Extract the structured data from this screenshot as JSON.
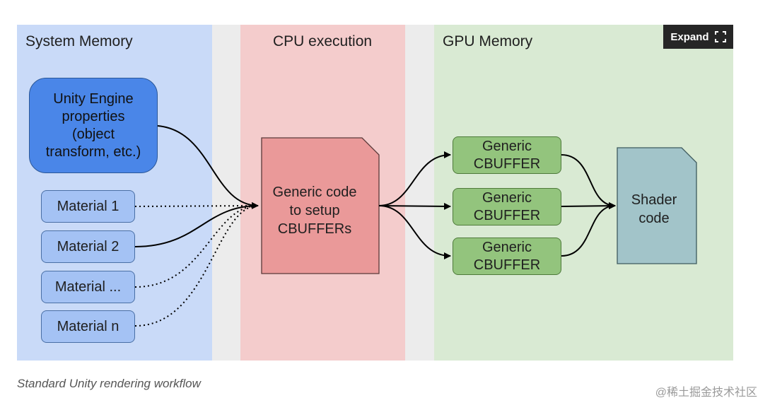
{
  "sections": {
    "system_memory": "System Memory",
    "cpu_execution": "CPU execution",
    "gpu_memory": "GPU Memory"
  },
  "nodes": {
    "unity_engine": [
      "Unity Engine",
      "properties",
      "(object",
      "transform, etc.)"
    ],
    "materials": [
      "Material 1",
      "Material 2",
      "Material ...",
      "Material n"
    ],
    "generic_code": [
      "Generic code",
      "to setup",
      "CBUFFERs"
    ],
    "cbuffers": [
      [
        "Generic",
        "CBUFFER"
      ],
      [
        "Generic",
        "CBUFFER"
      ],
      [
        "Generic",
        "CBUFFER"
      ]
    ],
    "shader_code": [
      "Shader",
      "code"
    ]
  },
  "expand_label": "Expand",
  "caption": "Standard Unity rendering workflow",
  "watermark": "@稀土掘金技术社区",
  "colors": {
    "system_memory_bg": "#c9daf8",
    "cpu_bg": "#f4cccc",
    "gpu_bg": "#d9ead3",
    "unity_box": "#4a86e8",
    "material_box": "#a4c2f4",
    "generic_code_doc": "#ea9999",
    "cbuffer_box": "#93c47d",
    "shader_doc": "#a2c4c9"
  }
}
